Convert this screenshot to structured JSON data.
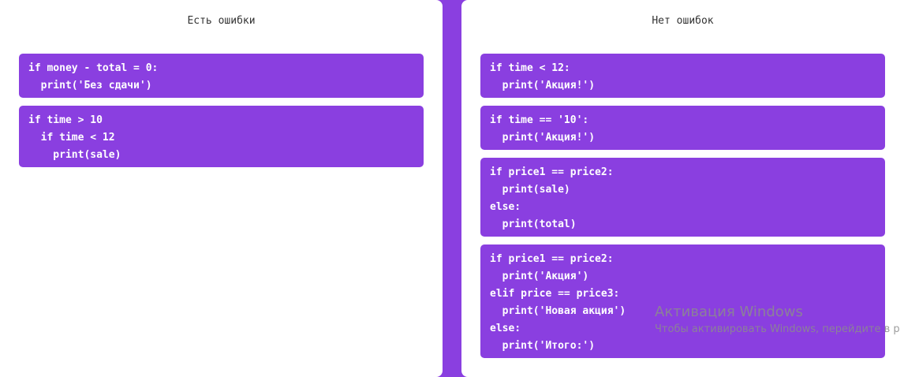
{
  "panels": {
    "left": {
      "title": "Есть ошибки",
      "cards": [
        {
          "lines": [
            "if money - total = 0:",
            "  print('Без сдачи')"
          ]
        },
        {
          "lines": [
            "if time > 10",
            "  if time < 12",
            "    print(sale)"
          ]
        }
      ]
    },
    "right": {
      "title": "Нет ошибок",
      "cards": [
        {
          "lines": [
            "if time < 12:",
            "  print('Акция!')"
          ]
        },
        {
          "lines": [
            "if time == '10':",
            "  print('Акция!')"
          ]
        },
        {
          "lines": [
            "if price1 == price2:",
            "  print(sale)",
            "else:",
            "  print(total)"
          ]
        },
        {
          "lines": [
            "if price1 == price2:",
            "  print('Акция')",
            "elif price == price3:",
            "  print('Новая акция')",
            "else:",
            "  print('Итого:')"
          ]
        }
      ]
    }
  },
  "watermark": {
    "title": "Активация Windows",
    "subtitle": "Чтобы активировать Windows, перейдите в р"
  },
  "colors": {
    "accent": "#8a3fe0",
    "panel_bg": "#ffffff",
    "code_text": "#ffffff",
    "title_text": "#333333"
  }
}
